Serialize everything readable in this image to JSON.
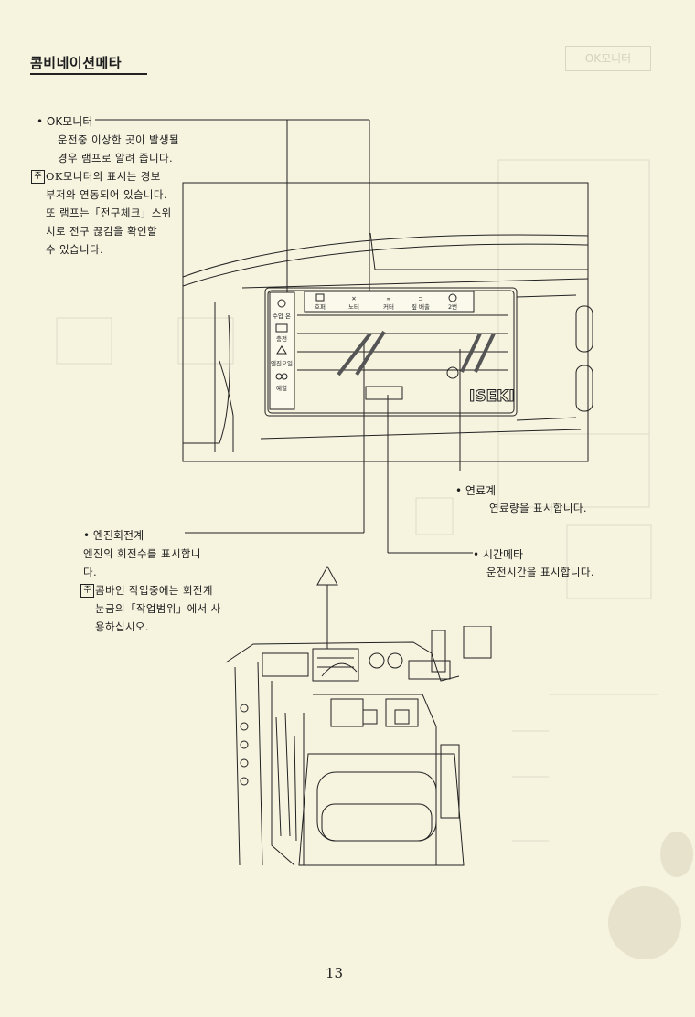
{
  "header": {
    "section_title": "콤비네이션메타",
    "ghost_tab": "OK모니터"
  },
  "callouts": {
    "ok_monitor": {
      "label": "OK모니터",
      "body": "운전중 이상한 곳이 발생될\n경우 램프로 알려 줍니다.",
      "note_mark": "주",
      "note": "OK모니터의 표시는 경보\n부저와 연동되어 있습니다.\n또 램프는「전구체크」스위\n치로 전구 끊김을 확인할\n수 있습니다."
    },
    "tachometer": {
      "label": "엔진회전계",
      "body": "엔진의 회전수를 표시합니\n다.",
      "note_mark": "주",
      "note": "콤바인 작업중에는 회전계\n눈금의「작업범위」에서 사\n용하십시오."
    },
    "fuel_gauge": {
      "label": "연료계",
      "body": "연료량을 표시합니다."
    },
    "hour_meter": {
      "label": "시간메타",
      "body": "운전시간을 표시합니다."
    }
  },
  "panel": {
    "left_lamps": [
      "수압 온",
      "충전",
      "엔진오일",
      "예열"
    ],
    "top_lamps": [
      "호퍼",
      "노터",
      "커터",
      "짚 배출",
      "2번"
    ],
    "brand": "ISEKI"
  },
  "footer": {
    "page_number": "13"
  }
}
